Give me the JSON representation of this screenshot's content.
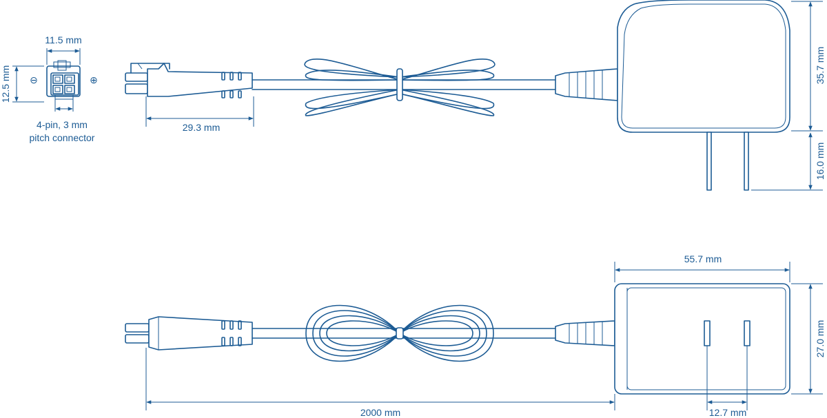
{
  "colors": {
    "line": "#1c5b94",
    "background": "#ffffff"
  },
  "connector": {
    "width_label": "11.5 mm",
    "height_label": "12.5 mm",
    "caption_line1": "4-pin, 3 mm",
    "caption_line2": "pitch connector",
    "minus_symbol": "⊖",
    "plus_symbol": "⊕"
  },
  "side_view": {
    "plug_length_label": "29.3 mm",
    "adapter_height_label": "35.7 mm",
    "prong_length_label": "16.0 mm"
  },
  "top_view": {
    "adapter_width_label": "55.7 mm",
    "adapter_depth_label": "27.0 mm",
    "cable_length_label": "2000 mm",
    "prong_spacing_label": "12.7 mm"
  }
}
